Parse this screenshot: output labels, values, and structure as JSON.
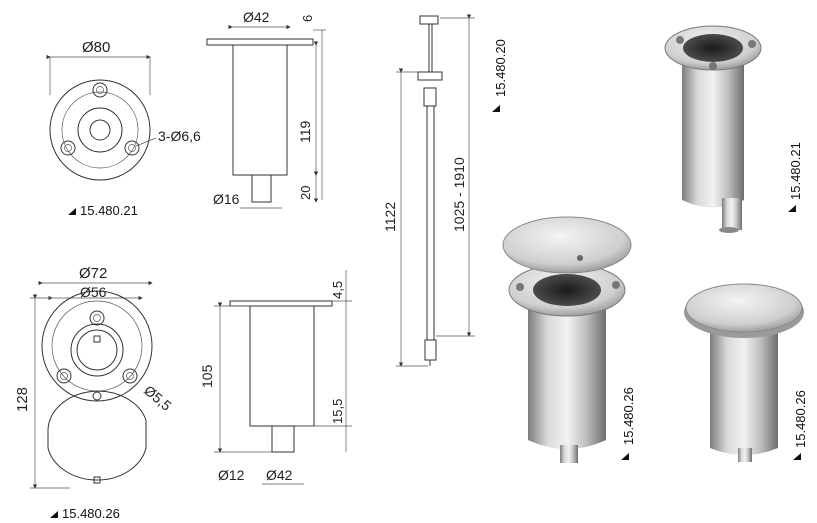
{
  "drawing_top_plan": {
    "dia_outer": "Ø80",
    "holes": "3-Ø6,6",
    "caption": "15.480.21"
  },
  "drawing_top_side": {
    "dia_flange": "Ø42",
    "flange_thickness": "6",
    "body_length": "119",
    "spigot_length": "20",
    "spigot_dia": "Ø16"
  },
  "drawing_pole": {
    "ref": "15.480.20",
    "overall": "1122",
    "range": "1025 - 1910"
  },
  "drawing_bottom_plan": {
    "dia_outer": "Ø72",
    "dia_inner": "Ø56",
    "holes": "Ø5,5",
    "height": "128",
    "caption": "15.480.26"
  },
  "drawing_bottom_side": {
    "flange_thickness": "4,5",
    "body_length": "105",
    "spigot_length": "15,5",
    "spigot_dia": "Ø12",
    "body_dia": "Ø42"
  },
  "photos": {
    "photo_top_right": "15.480.21",
    "photo_lid_open": "15.480.26",
    "photo_lid_closed": "15.480.26"
  },
  "colors": {
    "steel_light": "#e6e6e6",
    "steel_dark": "#8a8a8a",
    "line": "#333333"
  }
}
